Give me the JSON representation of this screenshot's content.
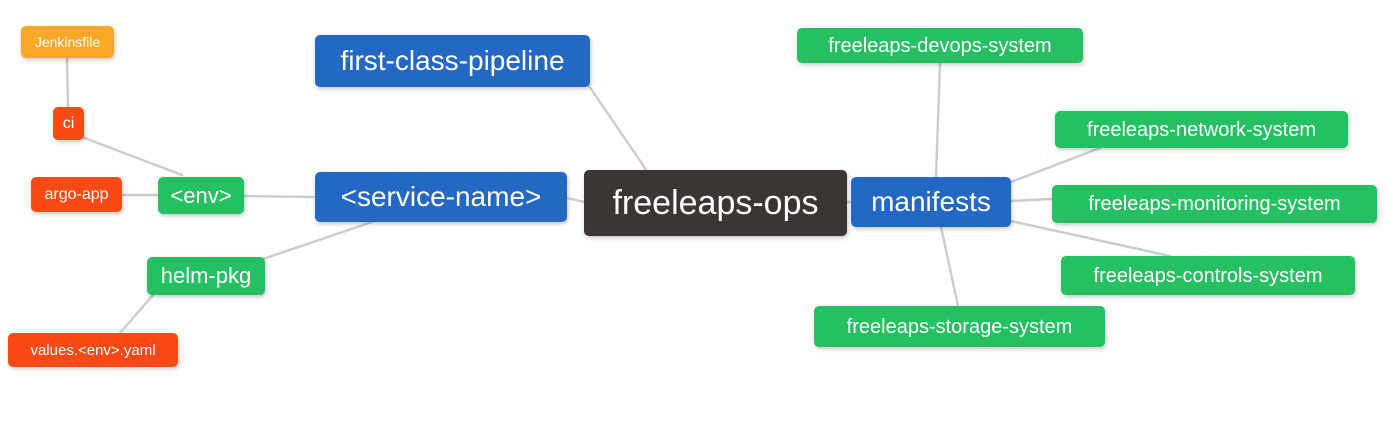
{
  "colors": {
    "blue": "#2368c4",
    "green": "#24c062",
    "vermillion": "#f94a16",
    "amber": "#f9a826",
    "dark": "#393634",
    "edge": "#cccccc",
    "node_text": "#ffffff",
    "background": "#ffffff"
  },
  "mindmap": {
    "root_label": "freeleaps-ops",
    "nodes": [
      {
        "id": "jenkinsfile",
        "label": "Jenkinsfile",
        "color": "amber"
      },
      {
        "id": "ci",
        "label": "ci",
        "color": "vermillion"
      },
      {
        "id": "argo-app",
        "label": "argo-app",
        "color": "vermillion"
      },
      {
        "id": "env",
        "label": "<env>",
        "color": "green"
      },
      {
        "id": "helm-pkg",
        "label": "helm-pkg",
        "color": "green"
      },
      {
        "id": "values-env-yaml",
        "label": "values.<env>.yaml",
        "color": "vermillion"
      },
      {
        "id": "first-class-pipeline",
        "label": "first-class-pipeline",
        "color": "blue"
      },
      {
        "id": "service-name",
        "label": "<service-name>",
        "color": "blue"
      },
      {
        "id": "freeleaps-ops",
        "label": "freeleaps-ops",
        "color": "dark"
      },
      {
        "id": "manifests",
        "label": "manifests",
        "color": "blue"
      },
      {
        "id": "devops-system",
        "label": "freeleaps-devops-system",
        "color": "green"
      },
      {
        "id": "network-system",
        "label": "freeleaps-network-system",
        "color": "green"
      },
      {
        "id": "monitoring-system",
        "label": "freeleaps-monitoring-system",
        "color": "green"
      },
      {
        "id": "controls-system",
        "label": "freeleaps-controls-system",
        "color": "green"
      },
      {
        "id": "storage-system",
        "label": "freeleaps-storage-system",
        "color": "green"
      }
    ],
    "edges": [
      {
        "from": "jenkinsfile",
        "to": "ci"
      },
      {
        "from": "ci",
        "to": "env"
      },
      {
        "from": "argo-app",
        "to": "env"
      },
      {
        "from": "env",
        "to": "service-name"
      },
      {
        "from": "service-name",
        "to": "helm-pkg"
      },
      {
        "from": "helm-pkg",
        "to": "values-env-yaml"
      },
      {
        "from": "service-name",
        "to": "freeleaps-ops"
      },
      {
        "from": "first-class-pipeline",
        "to": "freeleaps-ops"
      },
      {
        "from": "freeleaps-ops",
        "to": "manifests"
      },
      {
        "from": "manifests",
        "to": "devops-system"
      },
      {
        "from": "manifests",
        "to": "network-system"
      },
      {
        "from": "manifests",
        "to": "monitoring-system"
      },
      {
        "from": "manifests",
        "to": "controls-system"
      },
      {
        "from": "manifests",
        "to": "storage-system"
      }
    ]
  }
}
